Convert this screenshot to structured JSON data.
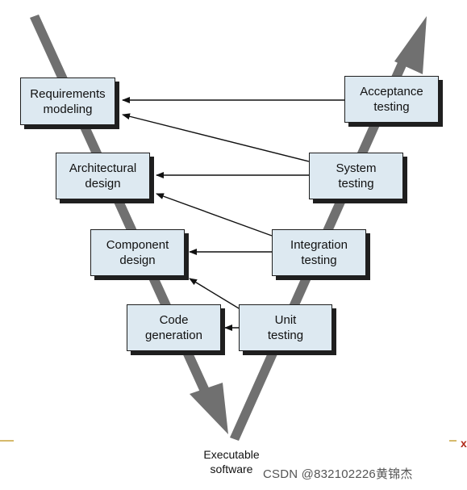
{
  "diagram": {
    "left_boxes": [
      {
        "id": "requirements",
        "label": "Requirements\nmodeling"
      },
      {
        "id": "architectural",
        "label": "Architectural\ndesign"
      },
      {
        "id": "component",
        "label": "Component\ndesign"
      },
      {
        "id": "code",
        "label": "Code\ngeneration"
      }
    ],
    "right_boxes": [
      {
        "id": "acceptance",
        "label": "Acceptance\ntesting"
      },
      {
        "id": "system",
        "label": "System\ntesting"
      },
      {
        "id": "integration",
        "label": "Integration\ntesting"
      },
      {
        "id": "unit",
        "label": "Unit\ntesting"
      }
    ],
    "bottom_label": "Executable\nsoftware",
    "colors": {
      "box_fill": "#dde9f1",
      "box_border": "#1f1f1f",
      "v_shape": "#707070",
      "connector": "#111111"
    }
  },
  "watermark": "CSDN @832102226黄锦杰"
}
